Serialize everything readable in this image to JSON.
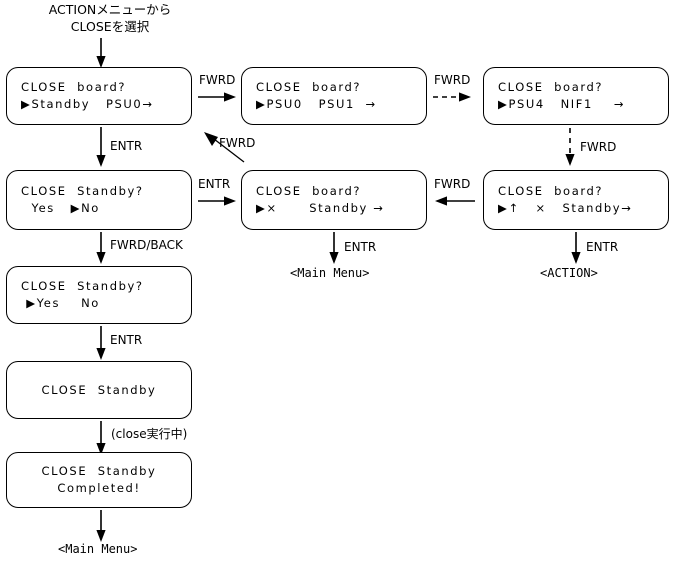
{
  "diagram": {
    "title_note": {
      "line1": "ACTIONメニューから",
      "line2": "CLOSEを選択"
    },
    "boxes": [
      {
        "id": "close-board-standby-psu0",
        "line1": "CLOSE  board?",
        "line2": "▶Standby   PSU0→"
      },
      {
        "id": "close-board-psu0-psu1",
        "line1": "CLOSE  board?",
        "line2": "▶PSU0   PSU1  →"
      },
      {
        "id": "close-board-psu4-nif1",
        "line1": "CLOSE  board?",
        "line2": "▶PSU4   NIF1    →"
      },
      {
        "id": "close-standby-confirm-no",
        "line1": "CLOSE  Standby?",
        "line2": "  Yes   ▶No"
      },
      {
        "id": "close-board-x-standby",
        "line1": "CLOSE  board?",
        "line2": "▶×      Standby →"
      },
      {
        "id": "close-board-up-x-standby",
        "line1": "CLOSE  board?",
        "line2": "▶↑   ×   Standby→"
      },
      {
        "id": "close-standby-confirm-yes",
        "line1": "CLOSE  Standby?",
        "line2": " ▶Yes    No"
      },
      {
        "id": "close-standby-running",
        "line1": "CLOSE  Standby",
        "line2": ""
      },
      {
        "id": "close-standby-completed",
        "line1": "CLOSE  Standby",
        "line2": "Completed!"
      }
    ],
    "edge_labels": {
      "fwrd_1": "FWRD",
      "fwrd_2": "FWRD",
      "fwrd_3": "FWRD",
      "fwrd_back": "FWRD/BACK",
      "fwrd_return": "FWRD",
      "fwrd_left": "FWRD",
      "entr_1": "ENTR",
      "entr_2": "ENTR",
      "entr_3": "ENTR",
      "entr_4": "ENTR",
      "entr_5": "ENTR",
      "close_running_note": "(close実行中)"
    },
    "terminals": {
      "main_menu_mid": "<Main Menu>",
      "action": "<ACTION>",
      "main_menu_bottom": "<Main Menu>"
    },
    "colors": {
      "ink": "#000000",
      "paper": "#ffffff"
    }
  }
}
